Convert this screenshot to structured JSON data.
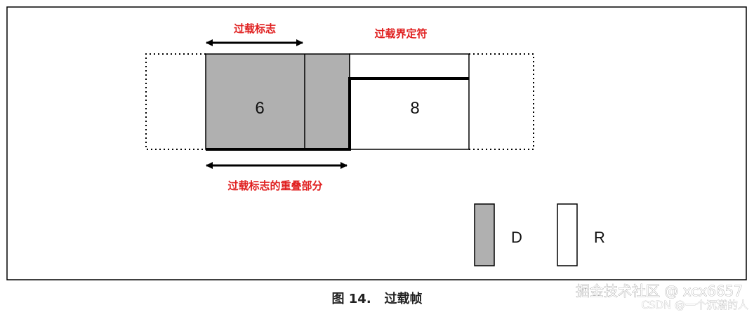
{
  "labels": {
    "overload_flag": "过载标志",
    "overload_delimiter": "过载界定符",
    "overlap_part": "过载标志的重叠部分",
    "field_left_value": "6",
    "field_right_value": "8",
    "legend_d": "D",
    "legend_r": "R"
  },
  "caption": "图 14.   过载帧",
  "watermark": {
    "main": "掘金技术社区 @ xcx6657",
    "sub": "CSDN @一个沉潜的人"
  },
  "colors": {
    "dominant_fill": "#b0b0b0",
    "annotation_red": "#e02020",
    "line": "#000000"
  }
}
